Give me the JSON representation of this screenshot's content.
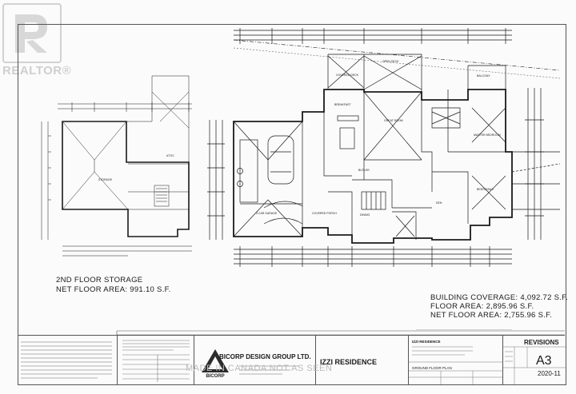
{
  "watermark": {
    "logo_text": "R",
    "label": "REALTOR®",
    "center_text": "MADE IN CANADA NOT AS SEEN"
  },
  "left_plan": {
    "title": "2ND FLOOR STORAGE",
    "area": "NET FLOOR AREA: 991.10 S.F.",
    "rooms": [
      "STORAGE",
      "ATTIC"
    ]
  },
  "right_plan": {
    "rooms": [
      "COVERED DECK",
      "OPEN DECK",
      "BALCONY",
      "BREAKFAST",
      "GREAT ROOM",
      "MASTER BEDROOM",
      "3 CAR GARAGE",
      "BUTLER",
      "DINING",
      "BEDROOM 2",
      "DEN",
      "COVERED PORCH"
    ]
  },
  "areas": {
    "coverage": "BUILDING COVERAGE: 4,092.72 S.F.",
    "floor": "FLOOR AREA: 2,895.96 S.F.",
    "net": "NET FLOOR AREA: 2,755.96 S.F."
  },
  "title_block": {
    "firm": "BICORP DESIGN GROUP LTD.",
    "firm_logo": "BICORP",
    "project": "IZZI RESIDENCE",
    "project_small": "IZZI RESIDENCE",
    "drawing": "GROUND FLOOR PLAN",
    "revisions": "REVISIONS",
    "sheet": "A3",
    "date": "2020-11"
  },
  "colors": {
    "line": "#1a1a1a",
    "frame": "#555555",
    "watermark": "#cfcfcf"
  }
}
